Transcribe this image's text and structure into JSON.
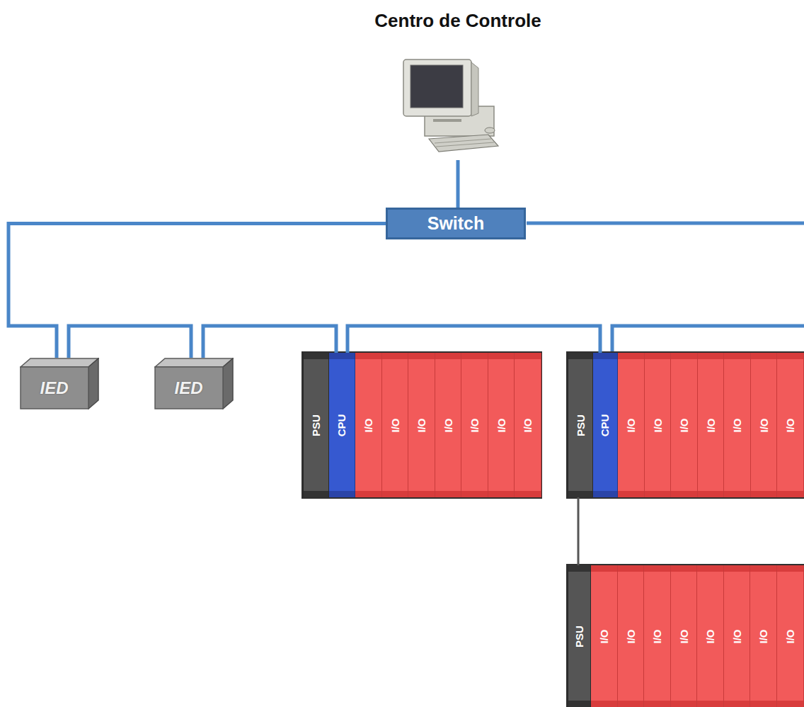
{
  "diagram": {
    "title": "Centro de Controle",
    "nodes": [
      {
        "text": [
          "Switch"
        ]
      },
      {
        "text": [
          "IED"
        ]
      },
      {
        "text": [
          "IED"
        ]
      },
      {
        "text": [
          "PSU"
        ]
      },
      {
        "text": [
          "CPU"
        ]
      },
      {
        "text": [
          "I/O"
        ]
      },
      {
        "text": [
          "I/O"
        ]
      },
      {
        "text": [
          "I/O"
        ]
      },
      {
        "text": [
          "I/O"
        ]
      },
      {
        "text": [
          "I/O"
        ]
      },
      {
        "text": [
          "I/O"
        ]
      },
      {
        "text": [
          "I/O"
        ]
      },
      {
        "text": [
          "PSU"
        ]
      },
      {
        "text": [
          "CPU"
        ]
      },
      {
        "text": [
          "I/O"
        ]
      },
      {
        "text": [
          "I/O"
        ]
      },
      {
        "text": [
          "I/O"
        ]
      },
      {
        "text": [
          "I/O"
        ]
      },
      {
        "text": [
          "I/O"
        ]
      },
      {
        "text": [
          "I/O"
        ]
      },
      {
        "text": [
          "I/O"
        ]
      },
      {
        "text": [
          "PSU"
        ]
      },
      {
        "text": [
          "I/O"
        ]
      },
      {
        "text": [
          "I/O"
        ]
      },
      {
        "text": [
          "I/O"
        ]
      },
      {
        "text": [
          "I/O"
        ]
      },
      {
        "text": [
          "I/O"
        ]
      },
      {
        "text": [
          "I/O"
        ]
      },
      {
        "text": [
          "I/O"
        ]
      },
      {
        "text": [
          "I/O"
        ]
      }
    ],
    "edges": [
      {
        "from": 0,
        "to": 1,
        "arrow": "none"
      },
      {
        "from": 1,
        "to": 2,
        "arrow": "none"
      },
      {
        "from": 2,
        "to": 4,
        "arrow": "none"
      },
      {
        "from": 4,
        "to": 13,
        "arrow": "none"
      },
      {
        "from": 12,
        "to": 21,
        "arrow": "none"
      }
    ]
  }
}
